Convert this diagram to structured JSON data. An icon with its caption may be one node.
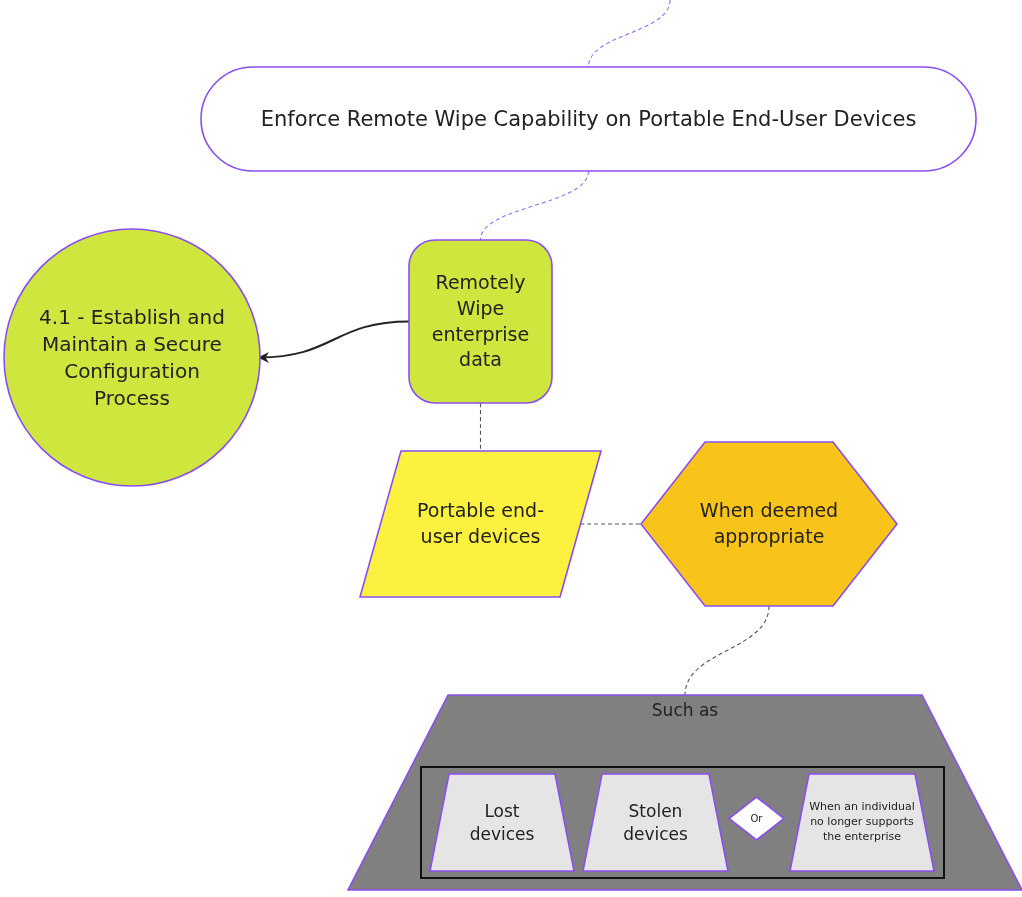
{
  "diagram": {
    "nodes": [
      {
        "text": [
          "Enforce Remote Wipe Capability on Portable End-User Devices"
        ]
      },
      {
        "text": [
          "4.1 - Establish and Maintain a Secure Configuration Process"
        ]
      },
      {
        "text": [
          "Remotely Wipe enterprise data"
        ]
      },
      {
        "text": [
          "Portable end-user devices"
        ]
      },
      {
        "text": [
          "When deemed appropriate"
        ]
      },
      {
        "text": [
          "Such as"
        ]
      },
      {
        "text": [],
        "shape": "box",
        "in": 5
      },
      {
        "text": [
          "Lost devices"
        ],
        "in": 6
      },
      {
        "text": [
          "Stolen devices"
        ],
        "in": 6
      },
      {
        "text": [
          "Or"
        ],
        "in": 6
      },
      {
        "text": [
          "When an individual no longer supports the enterprise"
        ],
        "in": 6
      }
    ],
    "edges": [
      {
        "from": null,
        "to": 0,
        "arrow": "none",
        "style": "dashed",
        "color": "#9b6cf0"
      },
      {
        "from": 0,
        "to": 2,
        "arrow": "none",
        "style": "dashed",
        "color": "#9b6cf0"
      },
      {
        "from": 2,
        "to": 1,
        "arrow": "to",
        "color": "#222222"
      },
      {
        "from": 2,
        "to": 3,
        "arrow": "none",
        "style": "dashed"
      },
      {
        "from": 3,
        "to": 4,
        "arrow": "none",
        "style": "dashed"
      },
      {
        "from": 4,
        "to": 5,
        "arrow": "none",
        "style": "dashed"
      }
    ]
  }
}
